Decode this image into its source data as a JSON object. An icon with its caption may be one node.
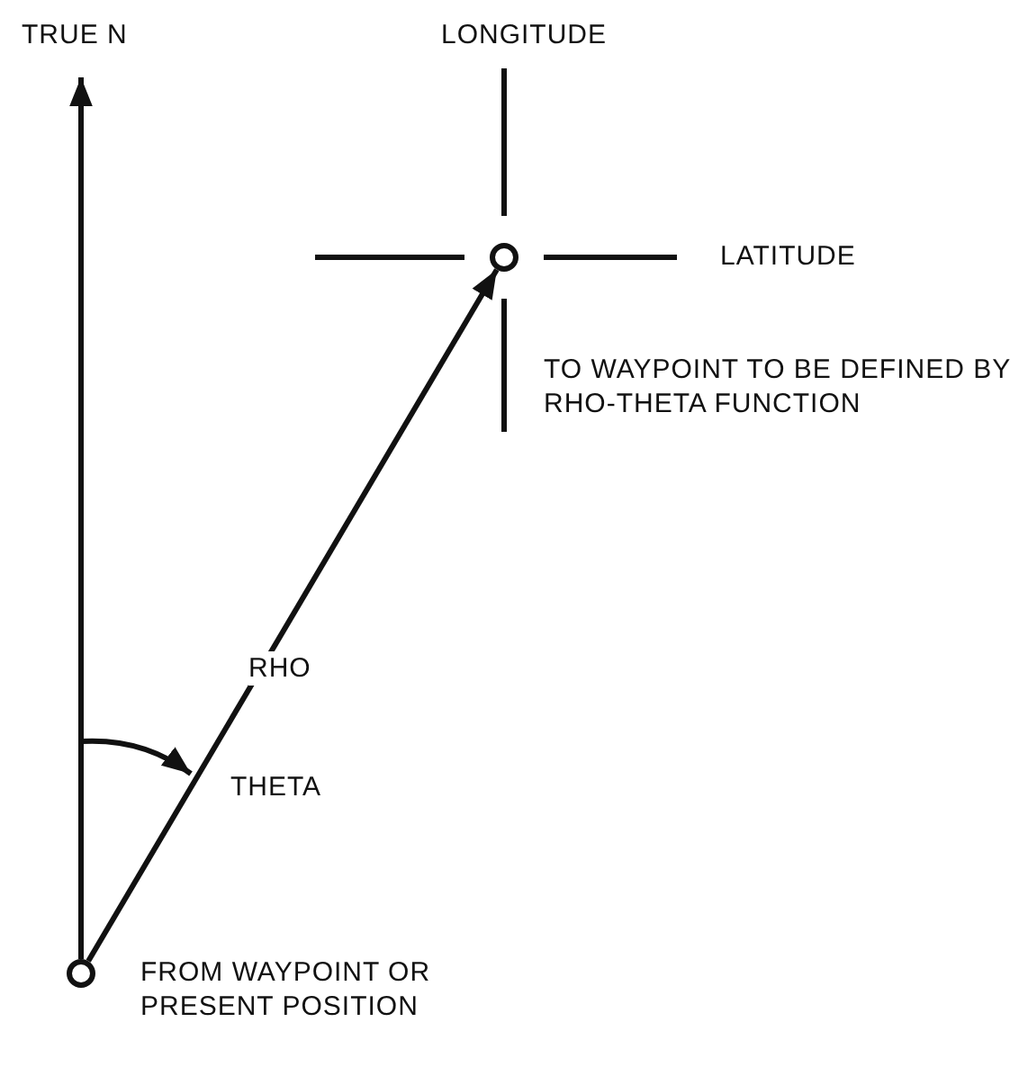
{
  "diagram": {
    "nodes": [
      {
        "text": [
          "TRUE N"
        ]
      },
      {
        "text": [],
        "shape": "circle",
        "beside": [
          "TO WAYPOINT TO BE DEFINED BY RHO-THETA FUNCTION"
        ]
      },
      {
        "text": [],
        "shape": "circle",
        "beside": [
          "FROM WAYPOINT OR PRESENT POSITION"
        ]
      }
    ],
    "edges": [
      {
        "from": 2,
        "to": 0,
        "arrow": "to"
      },
      {
        "from": 2,
        "to": 1,
        "arrow": "to",
        "label": "RHO"
      }
    ],
    "labels": [
      "LONGITUDE",
      "LATITUDE",
      "THETA"
    ]
  }
}
